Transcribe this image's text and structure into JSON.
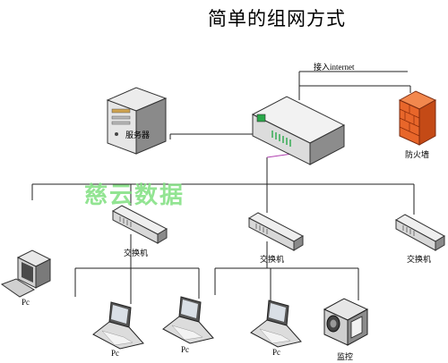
{
  "diagram": {
    "title": "简单的组网方式",
    "watermark": "慈云数据",
    "labels": {
      "internet": "接入internet",
      "server": "服务器",
      "firewall": "防火墙",
      "switch_left": "交换机",
      "switch_mid": "交换机",
      "switch_right": "交换机",
      "pc_desktop": "Pc",
      "pc_laptop_1": "Pc",
      "pc_laptop_2": "Pc",
      "pc_laptop_3": "Pc",
      "camera": "监控"
    },
    "colors": {
      "line": "#222222",
      "accent_line": "#b040b0",
      "firewall": "#e8662a",
      "device_gray": "#d8d8d8",
      "device_edge": "#333333",
      "watermark": "#7fe07f"
    }
  }
}
